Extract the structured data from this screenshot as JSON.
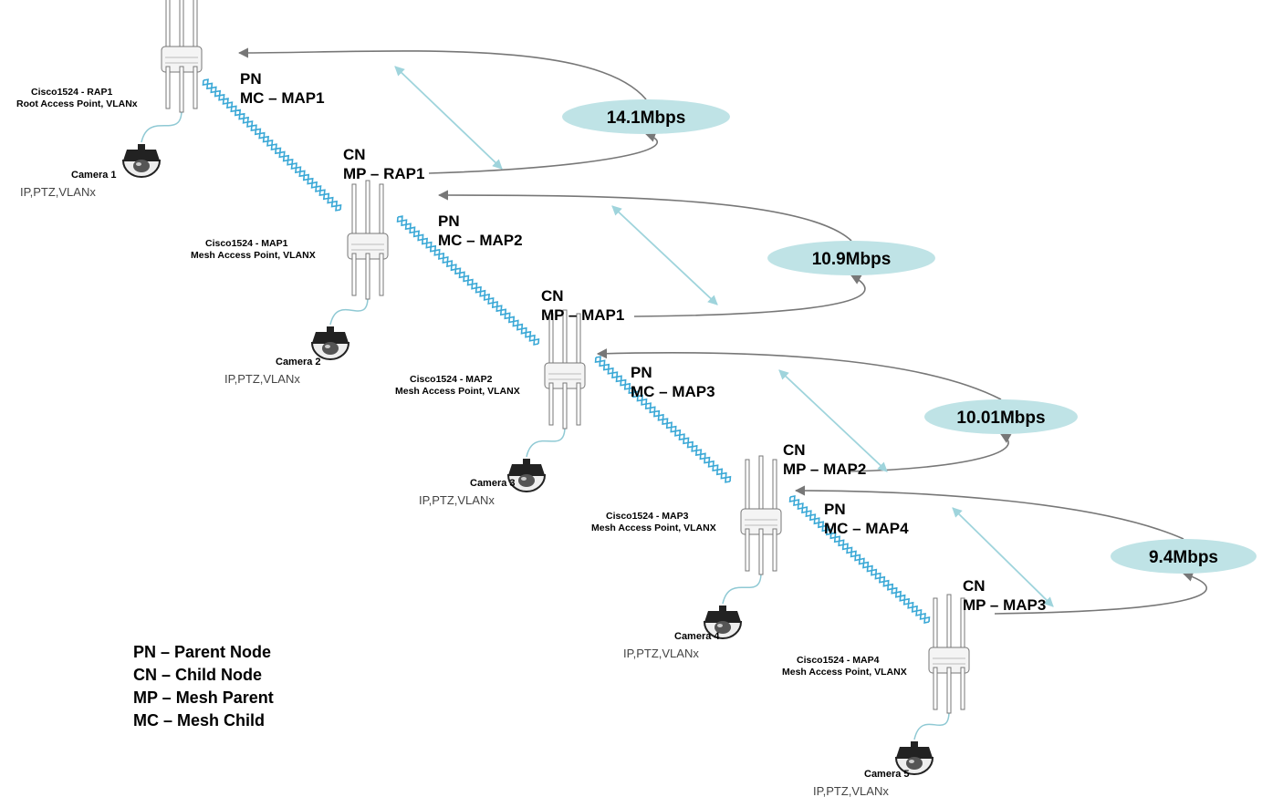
{
  "access_points": [
    {
      "name": "Cisco1524 - RAP1",
      "role": "Root Access Point, VLANx"
    },
    {
      "name": "Cisco1524 - MAP1",
      "role": "Mesh Access Point, VLANX"
    },
    {
      "name": "Cisco1524 - MAP2",
      "role": "Mesh Access Point, VLANX"
    },
    {
      "name": "Cisco1524 - MAP3",
      "role": "Mesh Access Point, VLANX"
    },
    {
      "name": "Cisco1524 - MAP4",
      "role": "Mesh Access Point, VLANX"
    }
  ],
  "cameras": [
    {
      "name": "Camera 1",
      "desc": "IP,PTZ,VLANx"
    },
    {
      "name": "Camera 2",
      "desc": "IP,PTZ,VLANx"
    },
    {
      "name": "Camera 3",
      "desc": "IP,PTZ,VLANx"
    },
    {
      "name": "Camera 4",
      "desc": "IP,PTZ,VLANx"
    },
    {
      "name": "Camera 5",
      "desc": "IP,PTZ,VLANx"
    }
  ],
  "parent_labels": [
    {
      "pn": "PN",
      "mc": "MC – MAP1"
    },
    {
      "pn": "PN",
      "mc": "MC – MAP2"
    },
    {
      "pn": "PN",
      "mc": "MC – MAP3"
    },
    {
      "pn": "PN",
      "mc": "MC – MAP4"
    }
  ],
  "child_labels": [
    {
      "cn": "CN",
      "mp": "MP – RAP1"
    },
    {
      "cn": "CN",
      "mp": "MP – MAP1"
    },
    {
      "cn": "CN",
      "mp": "MP – MAP2"
    },
    {
      "cn": "CN",
      "mp": "MP – MAP3"
    }
  ],
  "rates": [
    "14.1Mbps",
    "10.9Mbps",
    "10.01Mbps",
    "9.4Mbps"
  ],
  "legend": [
    "PN – Parent Node",
    "CN – Child Node",
    "MP – Mesh Parent",
    "MC – Mesh Child"
  ],
  "colors": {
    "rate_fill": "#bfe3e6",
    "link": "#3aa8d6",
    "arrow": "#777777",
    "double_arrow": "#9fd4dc"
  }
}
